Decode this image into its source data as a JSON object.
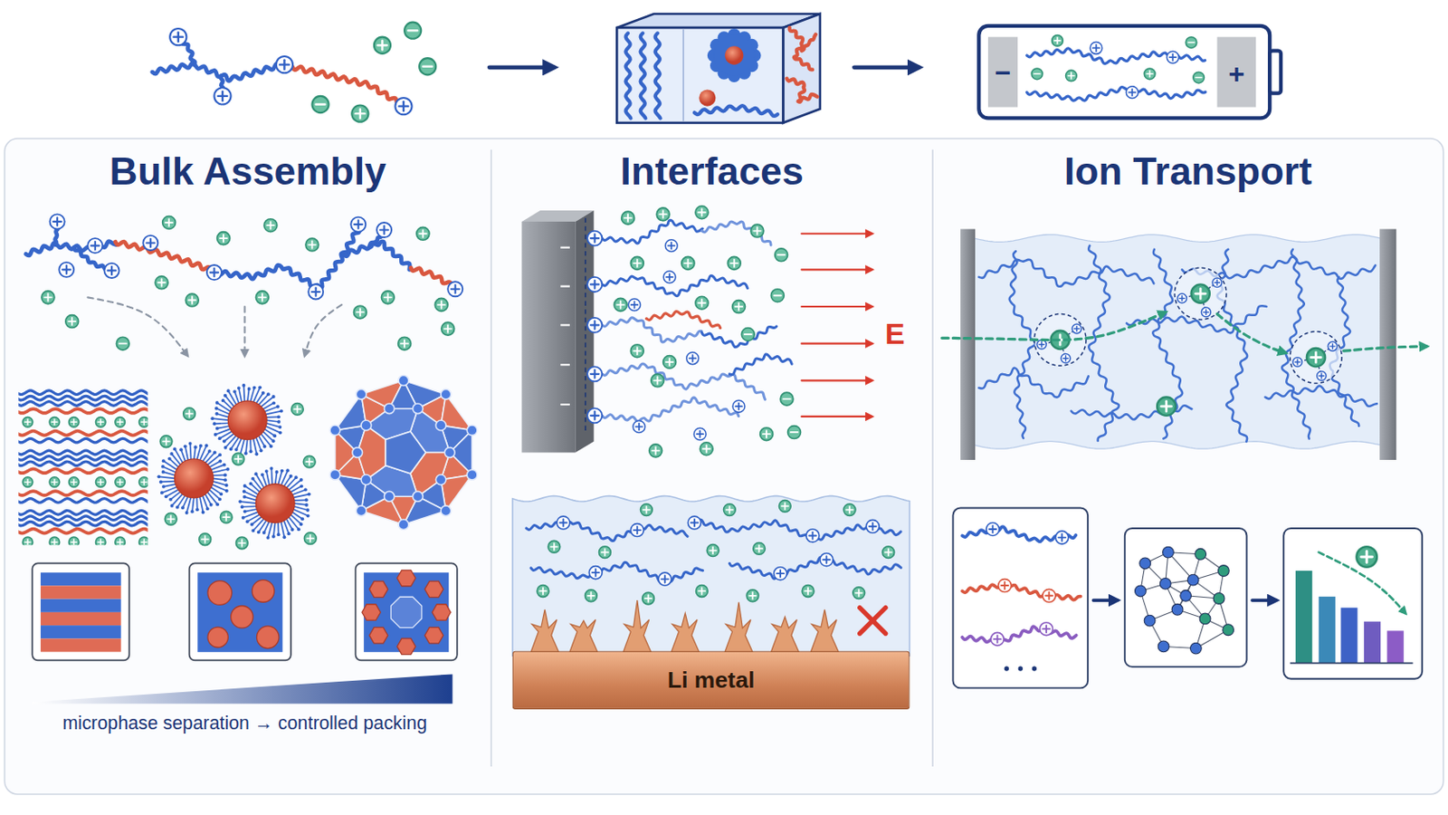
{
  "diagram": {
    "nodes": [
      {
        "text": [
          "Bulk Assembly"
        ]
      },
      {
        "text": [
          "Interfaces"
        ]
      },
      {
        "text": [
          "Ion Transport"
        ]
      },
      {
        "text": [
          "Li metal"
        ],
        "in": 1
      }
    ],
    "labels": [
      "−",
      "+",
      "E",
      "microphase separation → controlled packing"
    ]
  }
}
